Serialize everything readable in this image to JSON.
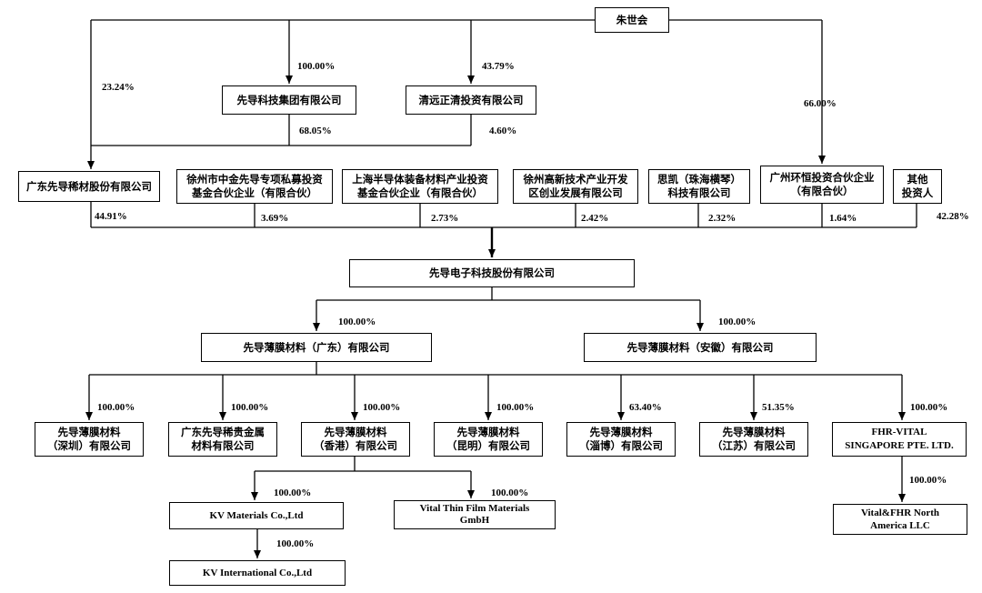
{
  "nodes": {
    "zhu_shihui": "朱世会",
    "xiandao_group": "先导科技集团有限公司",
    "qingyuan_zhengqing": "清远正清投资有限公司",
    "guangdong_xiandao_xicai": "广东先导稀材股份有限公司",
    "xuzhou_zhongjin": [
      "徐州市中金先导专项私募投资",
      "基金合伙企业（有限合伙）"
    ],
    "shanghai_semi": [
      "上海半导体装备材料产业投资",
      "基金合伙企业（有限合伙）"
    ],
    "xuzhou_gaoxin": [
      "徐州高新技术产业开发",
      "区创业发展有限公司"
    ],
    "sikai": [
      "思凯（珠海横琴）",
      "科技有限公司"
    ],
    "guangzhou_huanheng": [
      "广州环恒投资合伙企业",
      "（有限合伙）"
    ],
    "other_investors": [
      "其他",
      "投资人"
    ],
    "xiandao_electronic": "先导电子科技股份有限公司",
    "film_guangdong": "先导薄膜材料（广东）有限公司",
    "film_anhui": "先导薄膜材料（安徽）有限公司",
    "film_shenzhen": [
      "先导薄膜材料",
      "（深圳）有限公司"
    ],
    "gd_precious": [
      "广东先导稀贵金属",
      "材料有限公司"
    ],
    "film_hongkong": [
      "先导薄膜材料",
      "（香港）有限公司"
    ],
    "film_kunming": [
      "先导薄膜材料",
      "（昆明）有限公司"
    ],
    "film_zibo": [
      "先导薄膜材料",
      "（淄博）有限公司"
    ],
    "film_jiangsu": [
      "先导薄膜材料",
      "（江苏）有限公司"
    ],
    "fhr_vital": [
      "FHR-VITAL",
      "SINGAPORE PTE. LTD."
    ],
    "kv_materials": "KV Materials Co.,Ltd",
    "vital_gmbh": [
      "Vital Thin Film Materials",
      "GmbH"
    ],
    "vital_fhr_na": [
      "Vital&FHR North",
      "America LLC"
    ],
    "kv_international": "KV International Co.,Ltd"
  },
  "percentages": {
    "zhu_to_group": "100.00%",
    "zhu_to_qingyuan": "43.79%",
    "zhu_to_xicai": "23.24%",
    "zhu_to_huanheng": "66.00%",
    "group_to_xicai": "68.05%",
    "qingyuan_to_xicai": "4.60%",
    "xicai_to_electronic": "44.91%",
    "xuzhou_zhongjin_to_electronic": "3.69%",
    "shanghai_to_electronic": "2.73%",
    "gaoxin_to_electronic": "2.42%",
    "sikai_to_electronic": "2.32%",
    "huanheng_to_electronic": "1.64%",
    "others_to_electronic": "42.28%",
    "electronic_to_guangdong": "100.00%",
    "electronic_to_anhui": "100.00%",
    "guangdong_to_shenzhen": "100.00%",
    "guangdong_to_precious": "100.00%",
    "guangdong_to_hongkong": "100.00%",
    "guangdong_to_kunming": "100.00%",
    "guangdong_to_zibo": "63.40%",
    "guangdong_to_jiangsu": "51.35%",
    "guangdong_to_fhr": "100.00%",
    "hk_to_kv": "100.00%",
    "hk_to_vital_gmbh": "100.00%",
    "fhr_to_na": "100.00%",
    "kv_to_kv_intl": "100.00%"
  }
}
